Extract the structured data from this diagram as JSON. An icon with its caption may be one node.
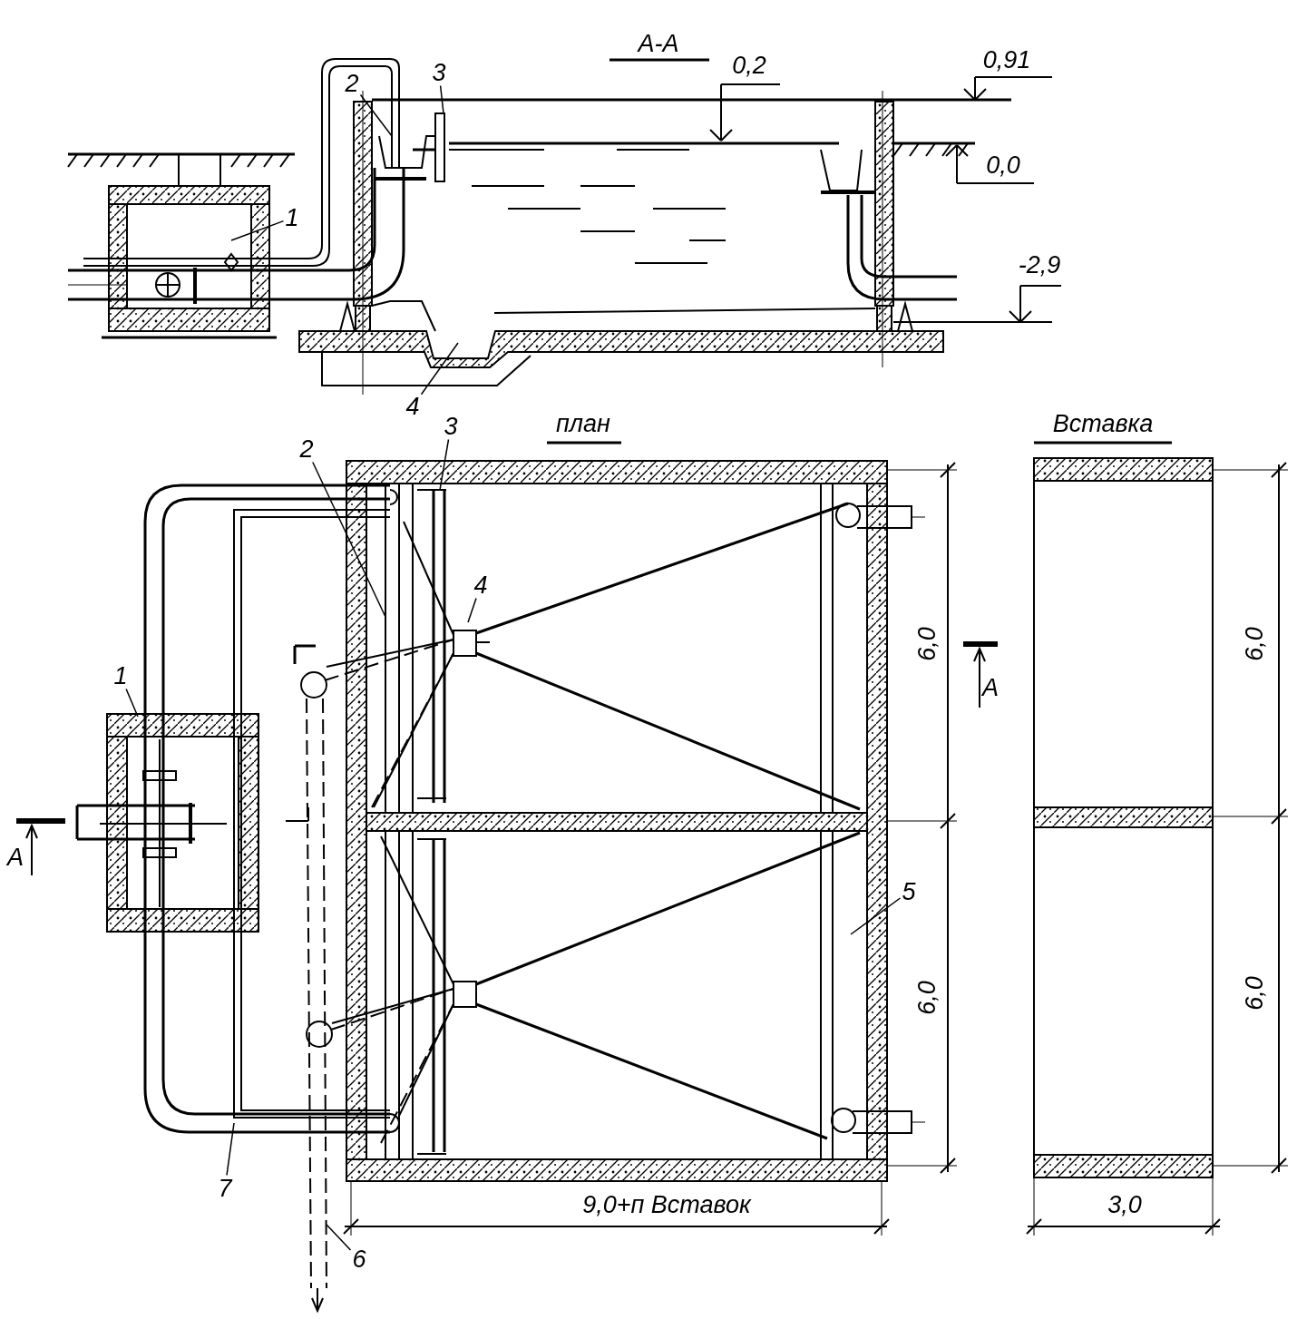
{
  "diagram": {
    "nodes": [
      {
        "text": [
          "2"
        ]
      },
      {
        "text": [
          "3"
        ]
      },
      {
        "text": [
          "1"
        ]
      },
      {
        "text": [
          "4"
        ]
      },
      {
        "text": [
          "2"
        ]
      },
      {
        "text": [
          "3"
        ]
      },
      {
        "text": [
          "4"
        ]
      },
      {
        "text": [
          "1"
        ]
      },
      {
        "text": [
          "5"
        ]
      },
      {
        "text": [
          "7"
        ]
      },
      {
        "text": [
          "6"
        ]
      }
    ],
    "edges": [
      {
        "from": 0,
        "to": null,
        "arrow": "none"
      },
      {
        "from": 1,
        "to": null,
        "arrow": "none"
      },
      {
        "from": 2,
        "to": null,
        "arrow": "none"
      },
      {
        "from": 3,
        "to": null,
        "arrow": "none"
      },
      {
        "from": 4,
        "to": null,
        "arrow": "none"
      },
      {
        "from": 5,
        "to": null,
        "arrow": "none"
      },
      {
        "from": 6,
        "to": null,
        "arrow": "none"
      },
      {
        "from": 7,
        "to": null,
        "arrow": "none"
      },
      {
        "from": 8,
        "to": null,
        "arrow": "none"
      },
      {
        "from": 9,
        "to": null,
        "arrow": "none"
      },
      {
        "from": 10,
        "to": null,
        "arrow": "none"
      }
    ],
    "labels": [
      "А-А",
      "0,2",
      "0,91",
      "0,0",
      "-2,9",
      "план",
      "Вставка",
      "6,0",
      "А",
      "6,0",
      "А",
      "6,0",
      "6,0",
      "9,0+п Вставок",
      "3,0"
    ]
  }
}
